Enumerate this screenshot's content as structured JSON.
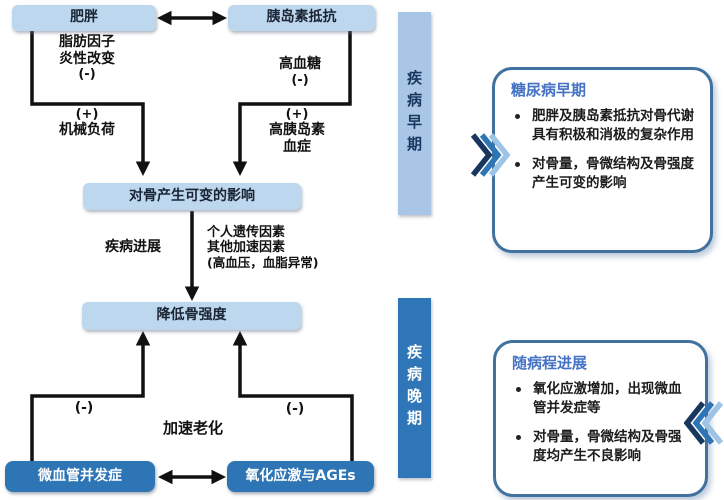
{
  "diagram": {
    "nodes": {
      "obesity": "肥胖",
      "insulin_resistance": "胰岛素抵抗",
      "bone_effect": "对骨产生可变的影响",
      "bone_strength": "降低骨强度",
      "microvascular": "微血管并发症",
      "oxidative": "氧化应激与AGEs"
    },
    "labels": {
      "adipo_line1": "脂肪因子",
      "adipo_line2": "炎性改变",
      "adipo_sign": "(-)",
      "glucose": "高血糖",
      "glucose_sign": "(-)",
      "mech_sign": "(+)",
      "mech": "机械负荷",
      "insulinemia_sign": "(+)",
      "insulinemia_line1": "高胰岛素",
      "insulinemia_line2": "血症",
      "progression": "疾病进展",
      "genetic_line1": "个人遗传因素",
      "genetic_line2": "其他加速因素",
      "genetic_line3": "(高血压，血脂异常)",
      "minus_left": "(-)",
      "minus_right": "(-)",
      "aging": "加速老化"
    },
    "stages": {
      "early": "疾病早期",
      "late": "疾病晚期"
    },
    "panels": {
      "early": {
        "title": "糖尿病早期",
        "bullets": [
          "肥胖及胰岛素抵抗对骨代谢具有积极和消极的复杂作用",
          "对骨量，骨微结构及骨强度产生可变的影响"
        ]
      },
      "late": {
        "title": "随病程进展",
        "bullets": [
          "氧化应激增加，出现微血管并发症等",
          "对骨量，骨微结构及骨强度均产生不良影响"
        ]
      }
    },
    "colors": {
      "light_node": "#BDD7EE",
      "dark_node": "#2E75B6",
      "bar_early": "#A9C6E6",
      "bar_late": "#2E76B7",
      "panel_border": "#41719C",
      "panel_title": "#4472C4",
      "arrow": "#111111"
    }
  }
}
